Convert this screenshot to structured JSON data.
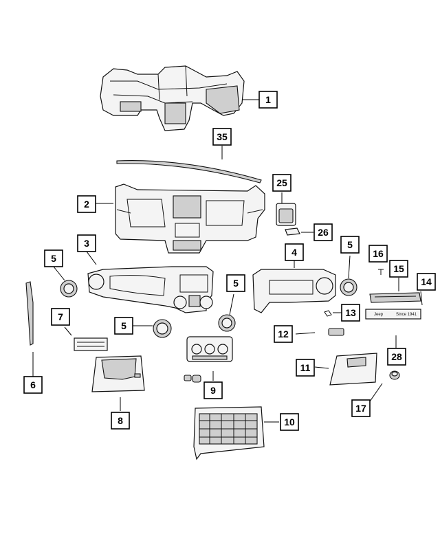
{
  "callouts": [
    {
      "label": "1"
    },
    {
      "label": "35"
    },
    {
      "label": "25"
    },
    {
      "label": "2"
    },
    {
      "label": "26"
    },
    {
      "label": "3"
    },
    {
      "label": "5"
    },
    {
      "label": "4"
    },
    {
      "label": "5"
    },
    {
      "label": "16"
    },
    {
      "label": "15"
    },
    {
      "label": "14"
    },
    {
      "label": "5"
    },
    {
      "label": "7"
    },
    {
      "label": "5"
    },
    {
      "label": "13"
    },
    {
      "label": "12"
    },
    {
      "label": "28"
    },
    {
      "label": "11"
    },
    {
      "label": "6"
    },
    {
      "label": "9"
    },
    {
      "label": "17"
    },
    {
      "label": "8"
    },
    {
      "label": "10"
    }
  ],
  "badge_texts": {
    "brand": "Jeep",
    "since": "Since 1941"
  }
}
